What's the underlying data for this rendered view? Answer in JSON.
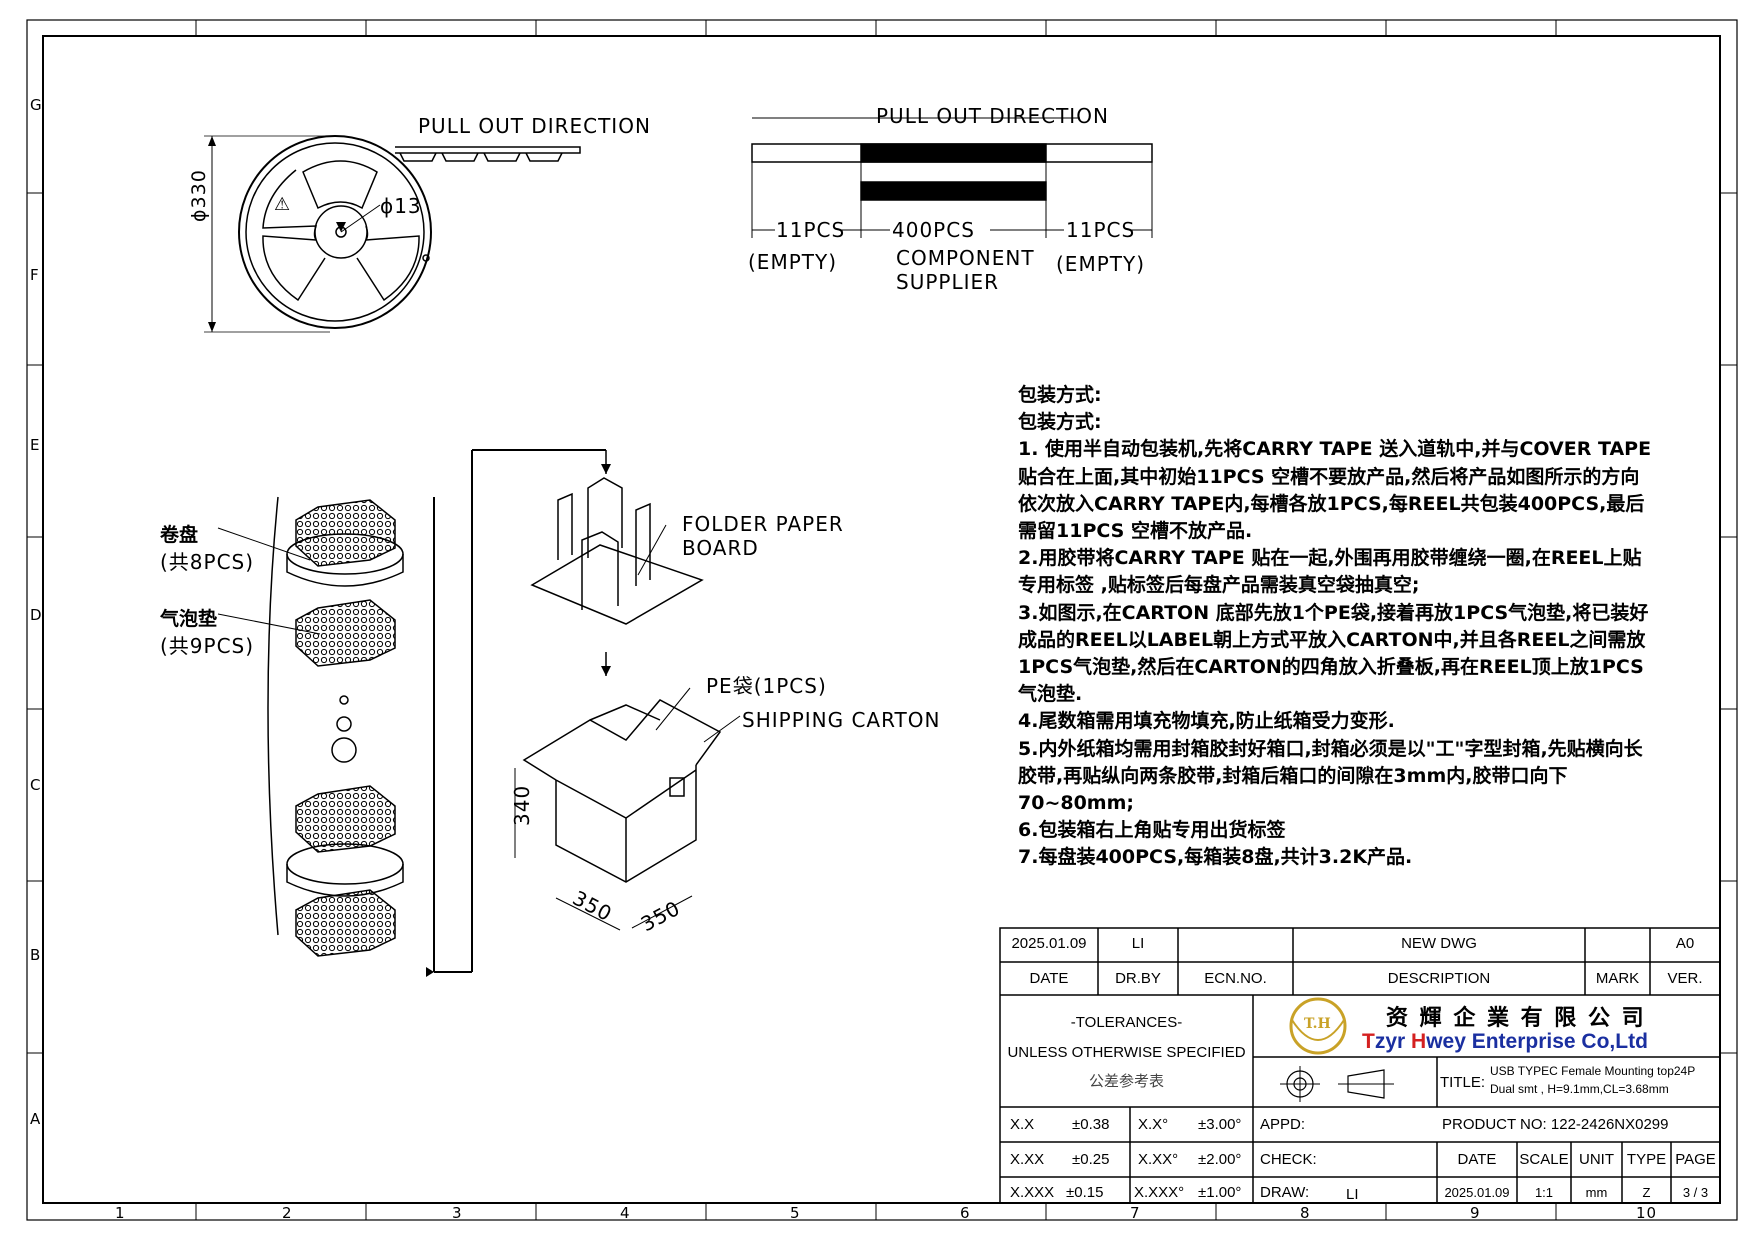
{
  "grid": {
    "rows": [
      "G",
      "F",
      "E",
      "D",
      "C",
      "B",
      "A"
    ],
    "cols": [
      "1",
      "2",
      "3",
      "4",
      "5",
      "6",
      "7",
      "8",
      "9",
      "10"
    ]
  },
  "reel_view": {
    "pull_out_label": "PULL OUT DIRECTION",
    "diameter": "ϕ330",
    "hub_diameter": "ϕ13"
  },
  "tape_view": {
    "pull_out_label": "PULL OUT DIRECTION",
    "left_count": "11PCS",
    "left_note": "(EMPTY)",
    "center_count": "400PCS",
    "center_note_1": "COMPONENT",
    "center_note_2": "SUPPLIER",
    "right_count": "11PCS",
    "right_note": "(EMPTY)"
  },
  "stack_view": {
    "reel_label": "卷盘",
    "reel_qty": "(共8PCS)",
    "bubble_label": "气泡垫",
    "bubble_qty": "(共9PCS)",
    "folder_label_1": "FOLDER PAPER",
    "folder_label_2": "BOARD",
    "pe_label": "PE袋(1PCS)",
    "carton_label": "SHIPPING CARTON",
    "height_dim": "340",
    "width_dim_1": "350",
    "width_dim_2": "350"
  },
  "notes": {
    "heading_1": "包装方式:",
    "heading_2": "包装方式:",
    "lines": [
      "1. 使用半自动包装机,先将CARRY TAPE 送入道轨中,并与COVER TAPE贴合在上面,其中初始11PCS 空槽不要放产品,然后将产品如图所示的方向依次放入CARRY TAPE内,每槽各放1PCS,每REEL共包装400PCS,最后需留11PCS 空槽不放产品.",
      "2.用胶带将CARRY TAPE 贴在一起,外围再用胶带缠绕一圈,在REEL上贴专用标签 ,贴标签后每盘产品需装真空袋抽真空;",
      "3.如图示,在CARTON 底部先放1个PE袋,接着再放1PCS气泡垫,将已装好成品的REEL以LABEL朝上方式平放入CARTON中,并且各REEL之间需放1PCS气泡垫,然后在CARTON的四角放入折叠板,再在REEL顶上放1PCS气泡垫.",
      "4.尾数箱需用填充物填充,防止纸箱受力变形.",
      "5.内外纸箱均需用封箱胶封好箱口,封箱必须是以\"工\"字型封箱,先贴横向长胶带,再贴纵向两条胶带,封箱后箱口的间隙在3mm内,胶带口向下70~80mm;",
      "6.包装箱右上角贴专用出货标签",
      "7.每盘装400PCS,每箱装8盘,共计3.2K产品."
    ]
  },
  "title_block": {
    "revision": {
      "date": "2025.01.09",
      "drawn_by": "LI",
      "ecn": "",
      "description": "NEW DWG",
      "mark": "",
      "version": "A0"
    },
    "revision_headers": {
      "date": "DATE",
      "drawn_by": "DR.BY",
      "ecn": "ECN.NO.",
      "description": "DESCRIPTION",
      "mark": "MARK",
      "version": "VER."
    },
    "tolerances_title": "-TOLERANCES-",
    "tolerances_sub": "UNLESS OTHERWISE SPECIFIED",
    "tolerances_cn": "公差参考表",
    "company_cn": "资 輝 企 業 有 限 公 司",
    "company_en_1": "T",
    "company_en_2": "zyr ",
    "company_en_3": "H",
    "company_en_4": "wey Enterprise Co,Ltd",
    "logo_text": "T.H",
    "brand_colors": {
      "gold": "#c9a227",
      "red": "#d42020",
      "blue": "#1a2fa0"
    },
    "title_label": "TITLE:",
    "title_line_1": "USB TYPEC Female Mounting top24P",
    "title_line_2": "Dual smt , H=9.1mm,CL=3.68mm",
    "tol_rows": [
      {
        "lin": "X.X",
        "lin_val": "±0.38",
        "ang": "X.X°",
        "ang_val": "±3.00°"
      },
      {
        "lin": "X.XX",
        "lin_val": "±0.25",
        "ang": "X.XX°",
        "ang_val": "±2.00°"
      },
      {
        "lin": "X.XXX",
        "lin_val": "±0.15",
        "ang": "X.XXX°",
        "ang_val": "±1.00°"
      }
    ],
    "approved_label": "APPD:",
    "check_label": "CHECK:",
    "draw_label": "DRAW:",
    "draw_value": "LI",
    "product_no": "PRODUCT NO: 122-2426NX0299",
    "meta_headers": {
      "date": "DATE",
      "scale": "SCALE",
      "unit": "UNIT",
      "type": "TYPE",
      "page": "PAGE"
    },
    "meta_values": {
      "date": "2025.01.09",
      "scale": "1:1",
      "unit": "mm",
      "type": "Z",
      "page": "3 / 3"
    }
  }
}
